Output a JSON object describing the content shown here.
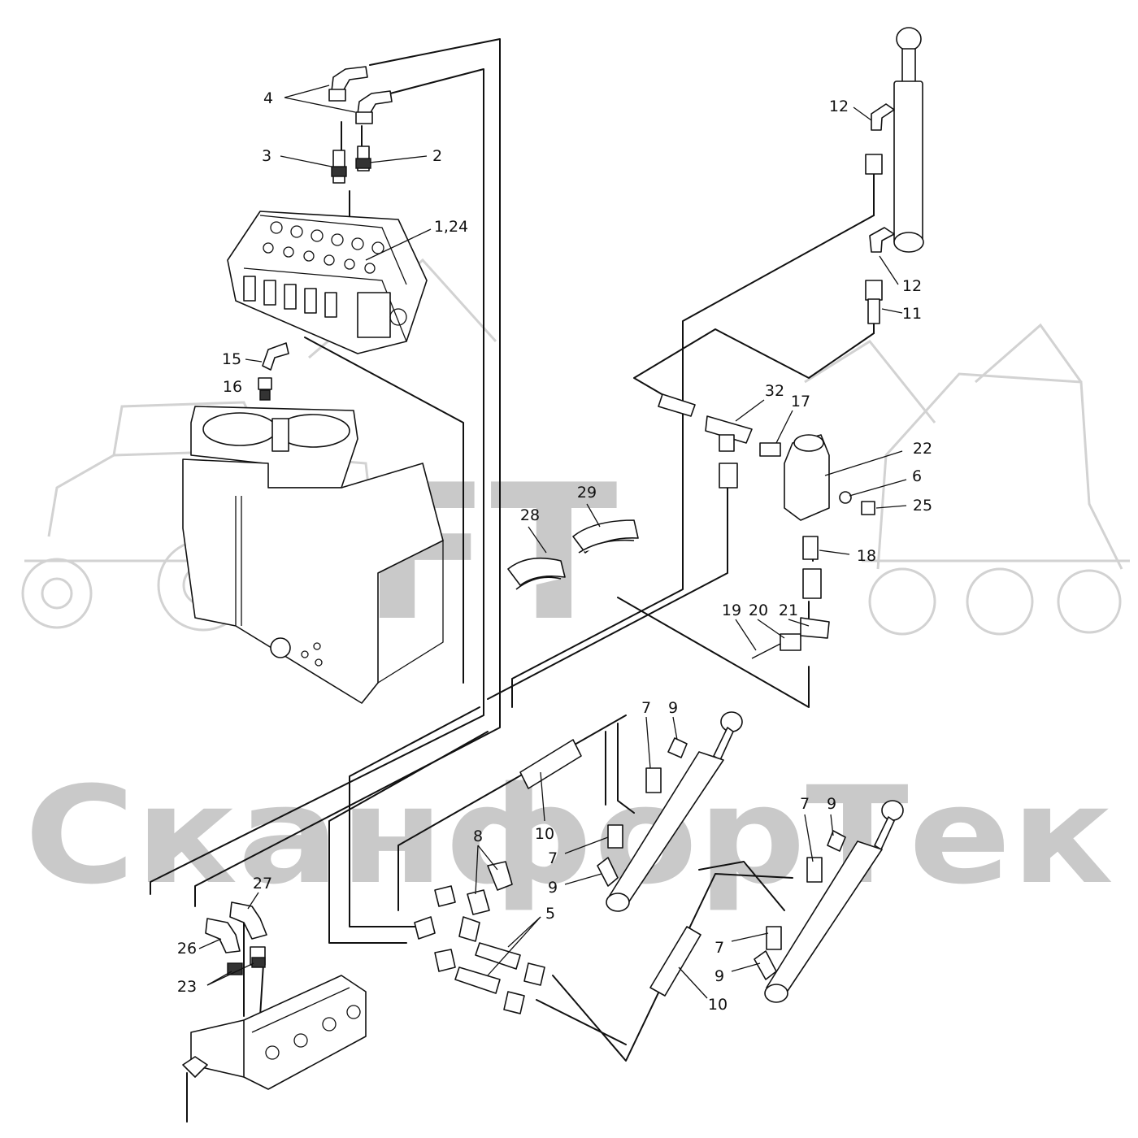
{
  "watermark": {
    "logo_text": "SFT",
    "brand_text": "СканфорТек"
  },
  "callouts": [
    {
      "text": "4"
    },
    {
      "text": "3"
    },
    {
      "text": "2"
    },
    {
      "text": "1,24"
    },
    {
      "text": "15"
    },
    {
      "text": "16"
    },
    {
      "text": "12"
    },
    {
      "text": "12"
    },
    {
      "text": "11"
    },
    {
      "text": "32"
    },
    {
      "text": "17"
    },
    {
      "text": "22"
    },
    {
      "text": "6"
    },
    {
      "text": "25"
    },
    {
      "text": "18"
    },
    {
      "text": "19"
    },
    {
      "text": "20"
    },
    {
      "text": "21"
    },
    {
      "text": "28"
    },
    {
      "text": "29"
    },
    {
      "text": "7"
    },
    {
      "text": "9"
    },
    {
      "text": "10"
    },
    {
      "text": "8"
    },
    {
      "text": "7"
    },
    {
      "text": "9"
    },
    {
      "text": "5"
    },
    {
      "text": "7"
    },
    {
      "text": "9"
    },
    {
      "text": "7"
    },
    {
      "text": "9"
    },
    {
      "text": "10"
    },
    {
      "text": "27"
    },
    {
      "text": "26"
    },
    {
      "text": "23"
    }
  ]
}
